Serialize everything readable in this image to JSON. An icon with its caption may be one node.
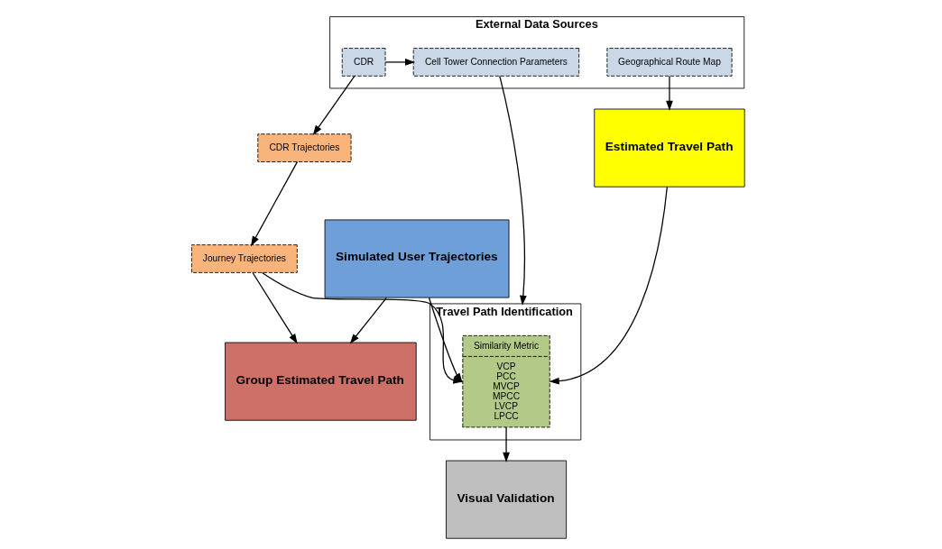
{
  "diagram": {
    "nodes": [
      {
        "text": [
          "External Data Sources"
        ]
      },
      {
        "text": [
          "CDR"
        ],
        "in": 0
      },
      {
        "text": [
          "Cell Tower Connection Parameters"
        ],
        "in": 0
      },
      {
        "text": [
          "Geographical Route Map"
        ],
        "in": 0
      },
      {
        "text": [
          "CDR Trajectories"
        ]
      },
      {
        "text": [
          "Journey Trajectories"
        ]
      },
      {
        "text": [
          "Group Estimated Travel Path"
        ]
      },
      {
        "text": [
          "Simulated User Trajectories"
        ]
      },
      {
        "text": [
          "Travel Path Identification"
        ]
      },
      {
        "text": [
          "Similarity Metric",
          "VCP PCC MVCP MPCC LVCP LPCC"
        ],
        "in": 8
      },
      {
        "text": [
          "Estimated Travel Path"
        ]
      },
      {
        "text": [
          "Visual Validation"
        ]
      }
    ],
    "edges": [
      {
        "from": 1,
        "to": 2,
        "arrow": "to"
      },
      {
        "from": 1,
        "to": 4,
        "arrow": "to"
      },
      {
        "from": 2,
        "to": 8,
        "arrow": "to"
      },
      {
        "from": 3,
        "to": 10,
        "arrow": "to"
      },
      {
        "from": 4,
        "to": 5,
        "arrow": "to"
      },
      {
        "from": 5,
        "to": 6,
        "arrow": "to"
      },
      {
        "from": 5,
        "to": 9,
        "arrow": "to"
      },
      {
        "from": 7,
        "to": 6,
        "arrow": "to"
      },
      {
        "from": 7,
        "to": 9,
        "arrow": "to"
      },
      {
        "from": 10,
        "to": 9,
        "arrow": "to"
      },
      {
        "from": 9,
        "to": 11,
        "arrow": "to"
      }
    ]
  }
}
